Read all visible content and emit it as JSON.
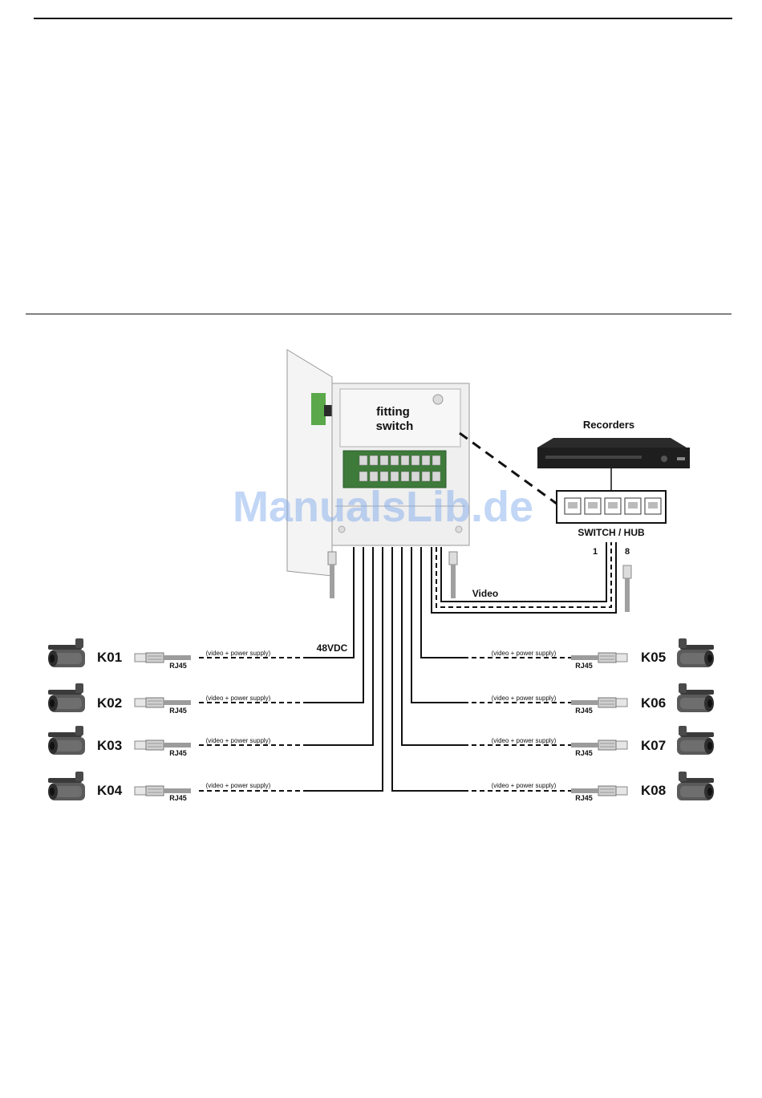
{
  "enclosure": {
    "switch_label_line1": "fitting",
    "switch_label_line2": "switch"
  },
  "recorder": {
    "label": "Recorders"
  },
  "switch_hub": {
    "label": "SWITCH / HUB",
    "port_first": "1",
    "port_last": "8"
  },
  "links": {
    "video_label": "Video",
    "power_label": "48VDC"
  },
  "connector": {
    "label": "RJ45"
  },
  "cable": {
    "label": "(video + power supply)"
  },
  "cameras_left": [
    {
      "id": "K01"
    },
    {
      "id": "K02"
    },
    {
      "id": "K03"
    },
    {
      "id": "K04"
    }
  ],
  "cameras_right": [
    {
      "id": "K05"
    },
    {
      "id": "K06"
    },
    {
      "id": "K07"
    },
    {
      "id": "K08"
    }
  ],
  "watermark": "ManualsLib.de",
  "colors": {
    "line": "#111111",
    "pcb_green": "#3e7a3a",
    "enclosure": "#f2f2f2",
    "recorder_body": "#1e1e1e",
    "camera_gray": "#555555",
    "watermark": "#78a5eb"
  }
}
